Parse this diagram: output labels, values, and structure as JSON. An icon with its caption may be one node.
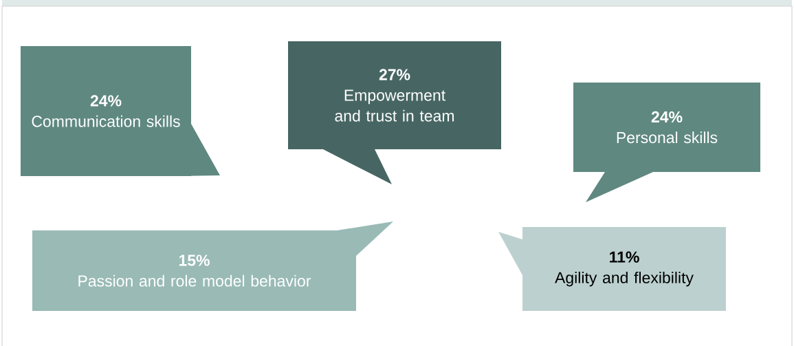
{
  "diagram": {
    "nodes": [
      {
        "text": [
          "24%",
          "Communication skills"
        ]
      },
      {
        "text": [
          "27%",
          "Empowerment and trust in team"
        ]
      },
      {
        "text": [
          "24%",
          "Personal skills"
        ]
      },
      {
        "text": [
          "15%",
          "Passion and role model behavior"
        ]
      },
      {
        "text": [
          "11%",
          "Agility and flexibility"
        ]
      }
    ]
  }
}
